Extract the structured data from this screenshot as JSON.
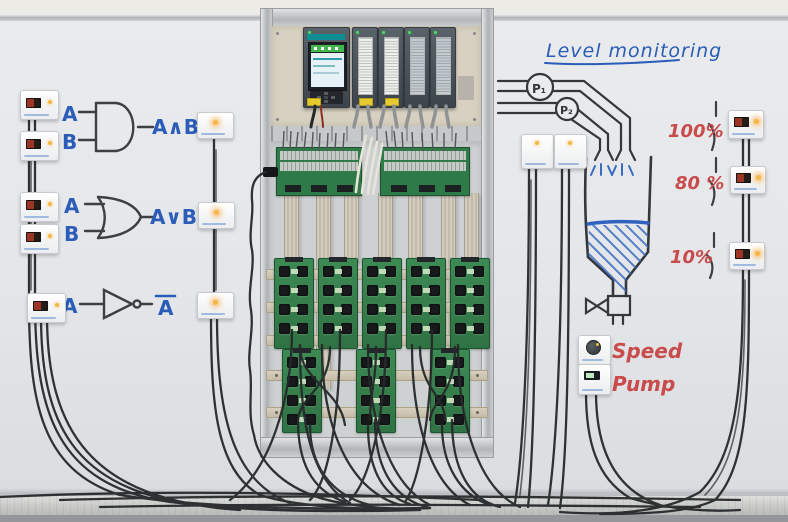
{
  "scene": {
    "description": "Training wall photo: whiteboard with hand-drawn logic gates and a level-monitoring schematic drawn around a PLC demo panel with I/O simulator boards, switch modules and black patch cables"
  },
  "logic_gates": {
    "and": {
      "input_a": "A",
      "input_b": "B",
      "output": "A∧B"
    },
    "or": {
      "input_a": "A",
      "input_b": "B",
      "output": "A∨B"
    },
    "not": {
      "input": "A",
      "output": "A"
    }
  },
  "level_monitoring": {
    "title": "Level monitoring",
    "pump1_label": "P₁",
    "pump2_label": "P₂",
    "thresholds": [
      {
        "label": "100%"
      },
      {
        "label": "80 %"
      },
      {
        "label": "10%"
      }
    ],
    "speed_label": "Speed",
    "pump_label": "Pump"
  },
  "colors": {
    "marker_blue": "#2a5cb8",
    "marker_red": "#c94b4b",
    "marker_black": "#3c4043",
    "pcb_green": "#35814d",
    "plc_gray": "#4a525a",
    "led_amber": "#f2a93c",
    "whiteboard": "#e8eaec"
  }
}
